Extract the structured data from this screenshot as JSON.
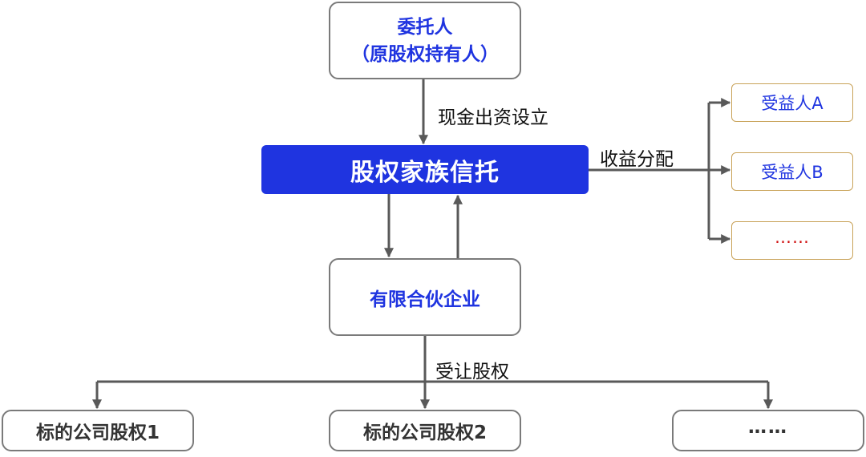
{
  "trustor": {
    "line1": "委托人",
    "line2": "（原股权持有人）"
  },
  "trust": {
    "title": "股权家族信托"
  },
  "partnership": {
    "title": "有限合伙企业"
  },
  "edges": {
    "funding": "现金出资设立",
    "distribution": "收益分配",
    "transfer": "受让股权"
  },
  "beneficiaries": [
    "受益人A",
    "受益人B",
    "……"
  ],
  "targets": [
    "标的公司股权1",
    "标的公司股权2",
    "……"
  ],
  "colors": {
    "primary_blue": "#1f34e0",
    "box_border": "#7a7a7a",
    "arrow": "#595959",
    "gold_border": "#c9a35a"
  }
}
